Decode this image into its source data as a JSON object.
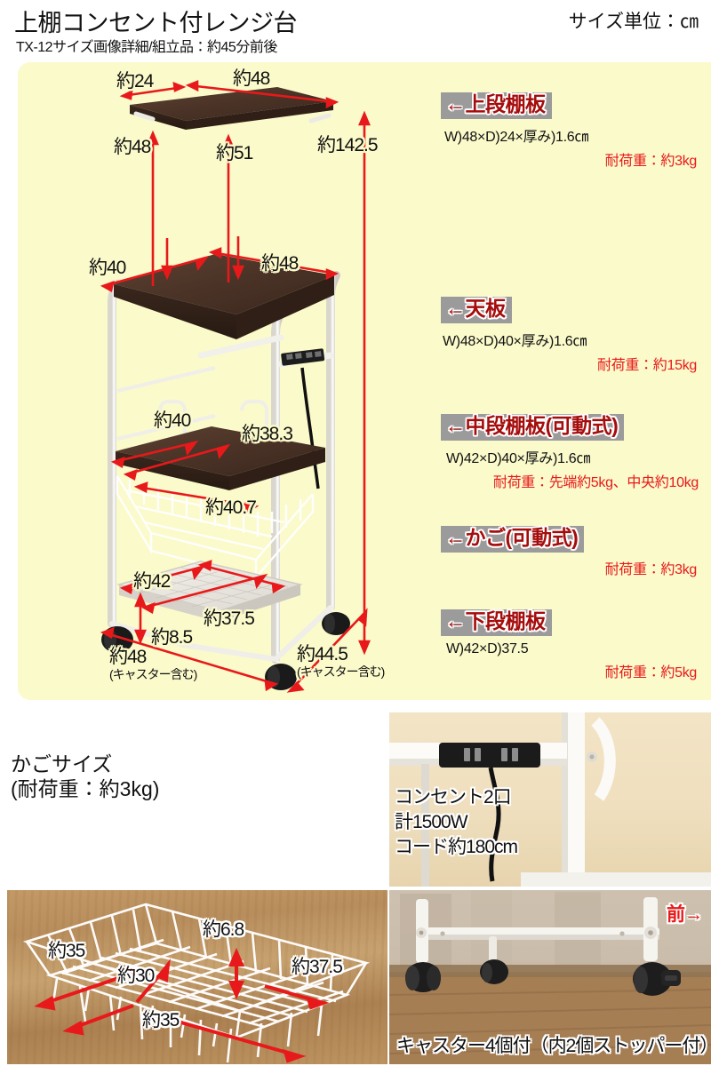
{
  "header": {
    "title": "上棚コンセント付レンジ台",
    "subtitle": "TX-12サイズ画像詳細/組立品：約45分前後",
    "unit_note": "サイズ単位：㎝"
  },
  "colors": {
    "panel_bg": "#fbfacb",
    "badge_bg": "#9b9b9b",
    "badge_text": "#a50d0d",
    "dimension_line": "#e8191a",
    "load_text": "#e8191a",
    "board_dark": "#4a3226",
    "frame_white": "#f7f7f5"
  },
  "labels": [
    {
      "id": "upper-shelf",
      "badge": "←上段棚板",
      "spec": "W)48×D)24×厚み)1.6㎝",
      "load": "耐荷重：約3kg"
    },
    {
      "id": "top-board",
      "badge": "←天板",
      "spec": "W)48×D)40×厚み)1.6㎝",
      "load": "耐荷重：約15kg"
    },
    {
      "id": "middle-shelf",
      "badge": "←中段棚板(可動式)",
      "spec": "W)42×D)40×厚み)1.6㎝",
      "load": "耐荷重：先端約5kg、中央約10kg"
    },
    {
      "id": "basket",
      "badge": "←かご(可動式)",
      "spec": "",
      "load": "耐荷重：約3kg"
    },
    {
      "id": "lower-shelf",
      "badge": "←下段棚板",
      "spec": "W)42×D)37.5",
      "load": "耐荷重：約5kg"
    }
  ],
  "dimensions": {
    "upper_shelf_depth": "約24",
    "upper_shelf_width": "約48",
    "upper_shelf_clearance": "約48",
    "upper_shelf_height_inner": "約51",
    "total_height": "約142.5",
    "top_board_depth": "約40",
    "top_board_width": "約48",
    "middle_shelf_depth": "約40",
    "middle_shelf_clearance": "約38.3",
    "middle_shelf_width": "約40.7",
    "lower_shelf_depth": "約42",
    "lower_shelf_width": "約37.5",
    "floor_clearance": "約8.5",
    "total_width": "約48",
    "total_width_note": "(キャスター含む)",
    "total_depth": "約44.5",
    "total_depth_note": "(キャスター含む)"
  },
  "basket_section": {
    "heading_line1": "かごサイズ",
    "heading_line2": "(耐荷重：約3kg)",
    "dimensions": {
      "left_top": "約35",
      "inner": "約30",
      "height": "約6.8",
      "right": "約37.5",
      "front": "約35"
    }
  },
  "outlet_panel": {
    "caption_line1": "コンセント2口",
    "caption_line2": "計1500W",
    "caption_line3": "コード約180cm"
  },
  "caster_panel": {
    "front_marker": "前→",
    "caption": "キャスター4個付（内2個ストッパー付）"
  }
}
